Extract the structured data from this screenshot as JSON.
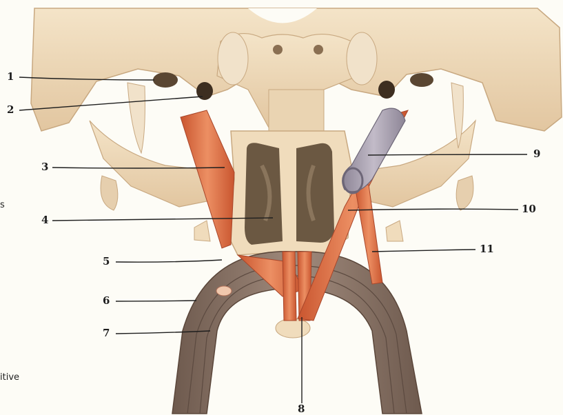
{
  "labels": {
    "l1": "1",
    "l2": "2",
    "l3": "3",
    "l4": "4",
    "l5": "5",
    "l6": "6",
    "l7": "7",
    "l8": "8",
    "l9": "9",
    "l10": "10",
    "l11": "11"
  },
  "side_text": {
    "fragment_s": "s",
    "fragment_itive": "itive"
  },
  "colors": {
    "background": "#fdfcf6",
    "bone": "#efd9bb",
    "bone_shadow": "#d9bb96",
    "cavity": "#6b5842",
    "muscle": "#e07a4f",
    "tendon_sheath": "#a8a0ae",
    "eye_muscle_ring": "#8c7669",
    "leader_line": "#1e1e1e"
  }
}
